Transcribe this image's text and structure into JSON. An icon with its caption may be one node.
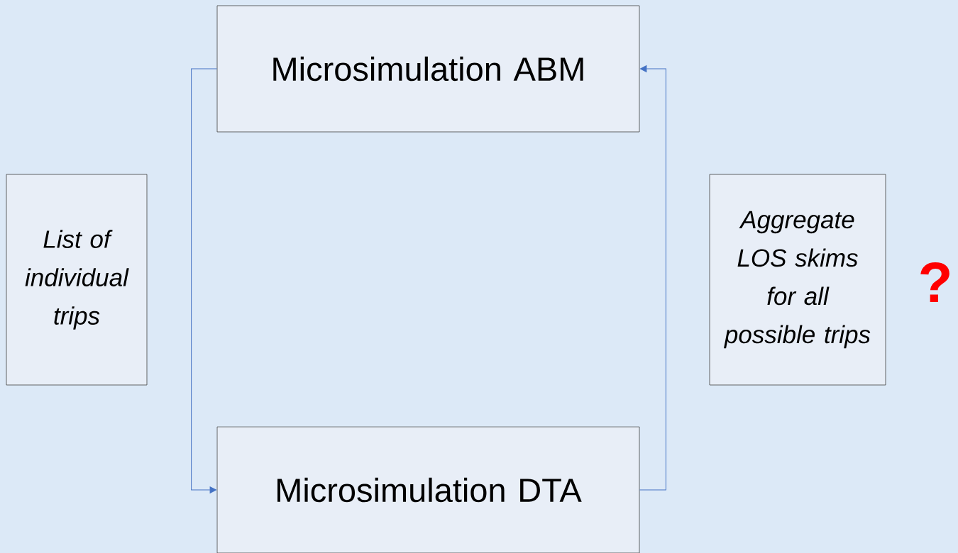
{
  "diagram": {
    "nodes": [
      {
        "text": [
          "Microsimulation ABM"
        ]
      },
      {
        "text": [
          "List of individual trips"
        ]
      },
      {
        "text": [
          "Aggregate LOS skims for all possible trips"
        ]
      },
      {
        "text": [
          "Microsimulation DTA"
        ]
      }
    ],
    "edges": [
      {
        "from": 0,
        "to": 3,
        "arrow": "to"
      },
      {
        "from": 3,
        "to": 0,
        "arrow": "to"
      }
    ],
    "labels": [
      "?"
    ]
  }
}
